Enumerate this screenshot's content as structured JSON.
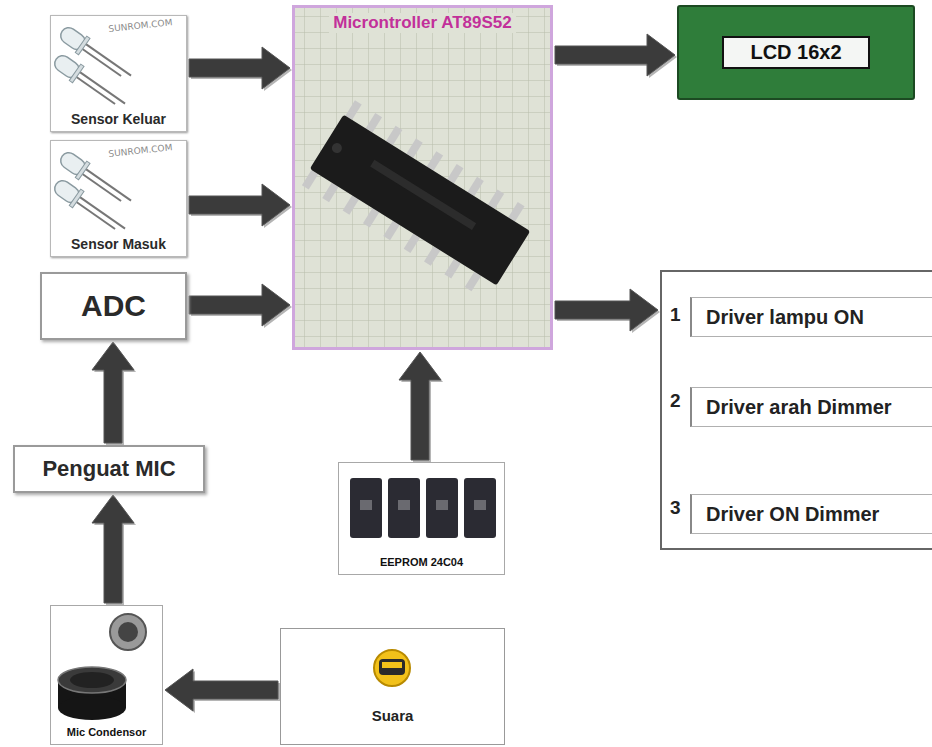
{
  "diagram": {
    "nodes": [
      {
        "text": [
          "Sensor Keluar"
        ]
      },
      {
        "text": [
          "Microntroller AT89S52"
        ]
      },
      {
        "text": [
          "LCD 16x2"
        ]
      },
      {
        "text": [
          "Sensor Masuk"
        ]
      },
      {
        "text": [
          "ADC"
        ]
      },
      {
        "text": [
          "1",
          "2",
          "3"
        ]
      },
      {
        "text": [
          "Driver lampu ON"
        ],
        "in": 5
      },
      {
        "text": [
          "Driver arah Dimmer"
        ],
        "in": 5
      },
      {
        "text": [
          "Driver ON Dimmer"
        ],
        "in": 5
      },
      {
        "text": [
          "Penguat MIC"
        ]
      },
      {
        "text": [
          "EEPROM 24C04"
        ]
      },
      {
        "text": [
          "Mic Condensor"
        ]
      },
      {
        "text": [
          "Suara"
        ]
      }
    ],
    "edges": [
      {
        "from": 0,
        "to": 1,
        "arrow": "to"
      },
      {
        "from": 3,
        "to": 1,
        "arrow": "to"
      },
      {
        "from": 4,
        "to": 1,
        "arrow": "to"
      },
      {
        "from": 1,
        "to": 2,
        "arrow": "to"
      },
      {
        "from": 1,
        "to": 5,
        "arrow": "to"
      },
      {
        "from": 10,
        "to": 1,
        "arrow": "to"
      },
      {
        "from": 9,
        "to": 4,
        "arrow": "to"
      },
      {
        "from": 11,
        "to": 9,
        "arrow": "to"
      },
      {
        "from": 12,
        "to": 11,
        "arrow": "to"
      }
    ],
    "labels": [
      "SUNROM.COM",
      "SUNROM.COM"
    ]
  }
}
